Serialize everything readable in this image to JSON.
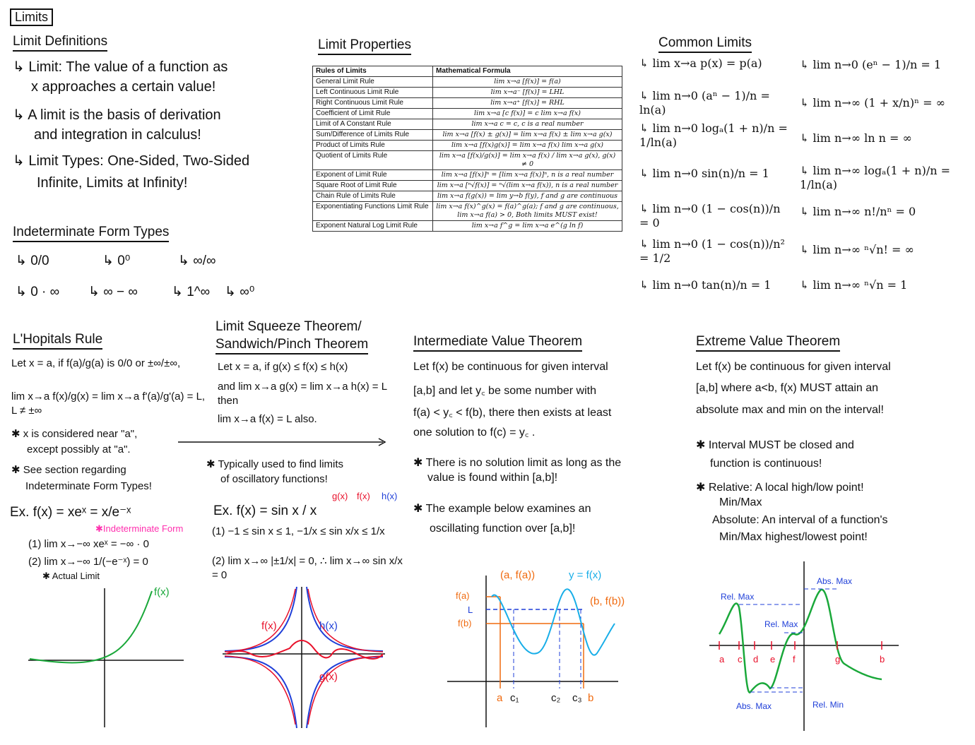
{
  "title": "Limits",
  "definitions": {
    "heading": "Limit Definitions",
    "items": [
      "↳ Limit: The value of a function as",
      "x approaches a certain value!",
      "↳ A limit is the basis of derivation",
      "and integration in calculus!",
      "↳ Limit Types: One-Sided, Two-Sided",
      "Infinite, Limits at Infinity!"
    ]
  },
  "indeterminate": {
    "heading": "Indeterminate Form Types",
    "forms": [
      "↳ 0/0",
      "↳ 0⁰",
      "↳ ∞/∞",
      "↳ 0 · ∞",
      "↳ ∞ − ∞",
      "↳ 1^∞",
      "↳ ∞⁰"
    ]
  },
  "properties": {
    "heading": "Limit Properties",
    "columns": [
      "Rules of Limits",
      "Mathematical Formula"
    ],
    "rows": [
      [
        "General Limit Rule",
        "lim x→a [f(x)] = f(a)"
      ],
      [
        "Left Continuous Limit Rule",
        "lim x→a⁻ [f(x)] = LHL"
      ],
      [
        "Right Continuous Limit Rule",
        "lim x→a⁺ [f(x)] = RHL"
      ],
      [
        "Coefficient of Limit Rule",
        "lim x→a [c f(x)] = c lim x→a f(x)"
      ],
      [
        "Limit of A Constant Rule",
        "lim x→a c = c, c is a real number"
      ],
      [
        "Sum/Difference of Limits Rule",
        "lim x→a [f(x) ± g(x)] = lim x→a f(x) ± lim x→a g(x)"
      ],
      [
        "Product of Limits Rule",
        "lim x→a [f(x)g(x)] = lim x→a f(x) lim x→a g(x)"
      ],
      [
        "Quotient of Limits Rule",
        "lim x→a [f(x)/g(x)] = lim x→a f(x) / lim x→a g(x), g(x) ≠ 0"
      ],
      [
        "Exponent of Limit Rule",
        "lim x→a [f(x)]ⁿ = [lim x→a f(x)]ⁿ, n is a real number"
      ],
      [
        "Square Root of Limit Rule",
        "lim x→a [ⁿ√f(x)] = ⁿ√(lim x→a f(x)), n is a real number"
      ],
      [
        "Chain Rule of Limits Rule",
        "lim x→a f(g(x)) = lim y→b f(y), f and g are continuous"
      ],
      [
        "Exponentiating Functions Limit Rule",
        "lim x→a f(x)^g(x) = f(a)^g(a); f and g are continuous, lim x→a f(a) > 0, Both limits MUST exist!"
      ],
      [
        "Exponent Natural Log Limit Rule",
        "lim x→a f^g = lim x→a e^(g ln f)"
      ]
    ]
  },
  "common": {
    "heading": "Common Limits",
    "left": [
      "↳ lim x→a p(x) = p(a)",
      "↳ lim n→0 (aⁿ − 1)/n = ln(a)",
      "↳ lim n→0 logₐ(1 + n)/n = 1/ln(a)",
      "↳ lim n→0 sin(n)/n = 1",
      "↳ lim n→0 (1 − cos(n))/n = 0",
      "↳ lim n→0 (1 − cos(n))/n² = 1/2",
      "↳ lim n→0 tan(n)/n = 1"
    ],
    "right": [
      "↳ lim n→0 (eⁿ − 1)/n = 1",
      "↳ lim n→∞ (1 + x/n)ⁿ = ∞",
      "↳ lim n→∞ ln n = ∞",
      "↳ lim n→∞ logₐ(1 + n)/n = 1/ln(a)",
      "↳ lim n→∞ n!/nⁿ = 0",
      "↳ lim n→∞ ⁿ√n! = ∞",
      "↳ lim n→∞ ⁿ√n = 1"
    ]
  },
  "lhopital": {
    "heading": "L'Hopitals Rule",
    "lines": [
      "Let x = a, if f(a)/g(a) is 0/0 or ±∞/±∞,",
      "lim x→a f(x)/g(x) = lim x→a f'(a)/g'(a) = L, L ≠ ±∞",
      "✱ x is considered near \"a\",",
      "except possibly at \"a\".",
      "✱ See section regarding",
      "Indeterminate Form Types!",
      "Ex. f(x) = xeˣ = x/e⁻ˣ",
      "(1) lim x→−∞ xeˣ = −∞ · 0",
      "(2) lim x→−∞ 1/(−e⁻ˣ) = 0"
    ],
    "note_indeterminate": "✱Indeterminate Form",
    "note_actual": "✱ Actual Limit",
    "graph_label": "f(x)"
  },
  "squeeze": {
    "heading1": "Limit Squeeze Theorem/",
    "heading2": "Sandwich/Pinch Theorem",
    "lines": [
      "Let x = a, if g(x) ≤ f(x) ≤ h(x)",
      "and lim x→a g(x) = lim x→a h(x) = L then",
      "lim x→a f(x) = L also.",
      "✱ Typically used to find limits",
      "of oscillatory functions!",
      "Ex. f(x) = sin x / x",
      "(1) −1 ≤ sin x ≤ 1, −1/x ≤ sin x/x ≤ 1/x",
      "(2) lim x→∞ |±1/x| = 0, ∴ lim x→∞ sin x/x = 0"
    ],
    "labels": {
      "g": "g(x)",
      "f": "f(x)",
      "h": "h(x)"
    }
  },
  "ivt": {
    "heading": "Intermediate Value Theorem",
    "lines": [
      "Let f(x) be continuous for given interval",
      "[a,b] and let y꜀ be some number with",
      "f(a) < y꜀ < f(b), there then exists at least",
      "one solution to f(c) = y꜀ .",
      "✱ There is no solution limit as long as the",
      "value is found within [a,b]!",
      "✱ The example below examines an",
      "oscillating function over [a,b]!"
    ],
    "graph": {
      "fa_point": "(a, f(a))",
      "fb_point": "(b, f(b))",
      "curve": "y = f(x)",
      "y_labels": [
        "f(a)",
        "L",
        "f(b)"
      ],
      "x_labels": [
        "a",
        "c₁",
        "c₂",
        "c₃",
        "b"
      ]
    }
  },
  "evt": {
    "heading": "Extreme Value Theorem",
    "lines": [
      "Let f(x) be continuous for given interval",
      "[a,b] where a<b, f(x) MUST attain an",
      "absolute max and min on the interval!",
      "✱ Interval MUST be closed and",
      "function is continuous!",
      "✱ Relative: A local high/low point!",
      "Min/Max",
      "Absolute: An interval of a function's",
      "Min/Max highest/lowest point!"
    ],
    "graph": {
      "labels": [
        "Rel. Max",
        "Abs. Max",
        "Rel. Max",
        "Abs. Max",
        "Rel. Min"
      ],
      "x_labels": [
        "a",
        "c",
        "d",
        "e",
        "f",
        "g",
        "b"
      ]
    }
  },
  "colors": {
    "pink": "#ff2fae",
    "red": "#e8102a",
    "blue": "#1f3fd8",
    "green": "#1aa83a",
    "orange": "#f06a0f",
    "cyan": "#18aee8"
  }
}
